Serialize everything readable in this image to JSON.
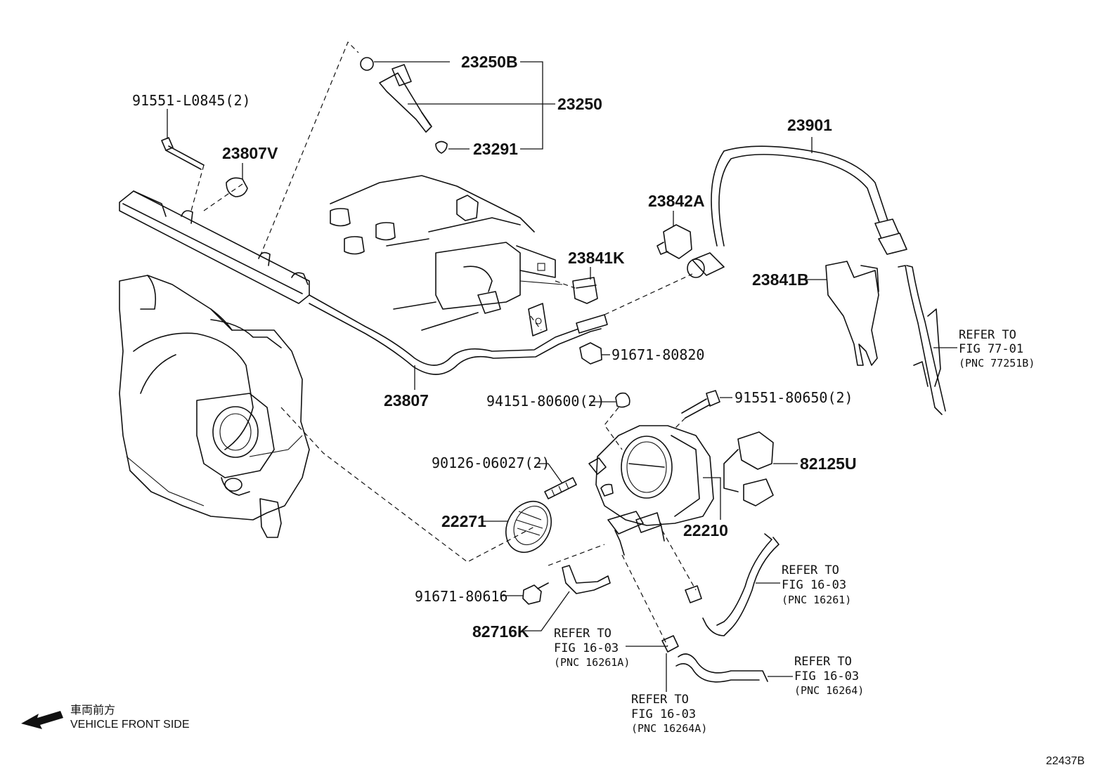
{
  "callouts": {
    "p23250B": "23250B",
    "p23250": "23250",
    "p23291": "23291",
    "p91551_L0845": "91551-L0845(2)",
    "p23807V": "23807V",
    "p23901": "23901",
    "p23842A": "23842A",
    "p23841K": "23841K",
    "p23841B": "23841B",
    "p91671_80820": "91671-80820",
    "p23807": "23807",
    "p94151_80600": "94151-80600(2)",
    "p91551_80650": "91551-80650(2)",
    "p90126_06027": "90126-06027(2)",
    "p82125U": "82125U",
    "p22271": "22271",
    "p22210": "22210",
    "p91671_80616": "91671-80616",
    "p82716K": "82716K"
  },
  "references": {
    "fig77": {
      "line1": "REFER TO",
      "line2": "FIG 77-01",
      "line3": "(PNC 77251B)"
    },
    "fig16_16261": {
      "line1": "REFER TO",
      "line2": "FIG 16-03",
      "line3": "(PNC 16261)"
    },
    "fig16_16261A": {
      "line1": "REFER TO",
      "line2": "FIG 16-03",
      "line3": "(PNC 16261A)"
    },
    "fig16_16264": {
      "line1": "REFER TO",
      "line2": "FIG 16-03",
      "line3": "(PNC 16264)"
    },
    "fig16_16264A": {
      "line1": "REFER TO",
      "line2": "FIG 16-03",
      "line3": "(PNC 16264A)"
    }
  },
  "orientation": {
    "jp_label": "車両前方",
    "en_label": "VEHICLE FRONT SIDE",
    "icon": "arrow-left-icon"
  },
  "diagram_id": "22437B"
}
